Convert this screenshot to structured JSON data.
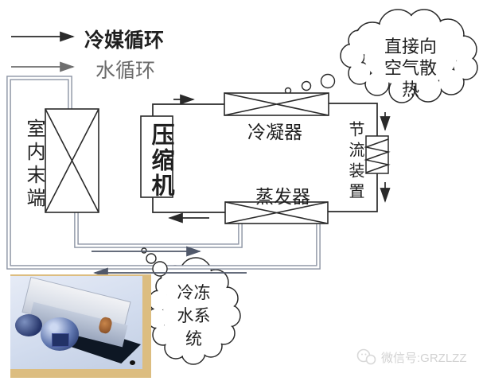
{
  "legend": {
    "refrigerant_label": "冷媒循环",
    "water_label": "水循环"
  },
  "components": {
    "indoor_terminal": "室内末端",
    "compressor": "压缩机",
    "condenser": "冷凝器",
    "evaporator": "蒸发器",
    "throttle_device": "节流装置"
  },
  "clouds": {
    "air_heat": {
      "line1": "直接向",
      "line2": "空气散",
      "line3": "热"
    },
    "chilled_water": {
      "line1": "冷冻",
      "line2": "水系",
      "line3": "统"
    }
  },
  "watermark": {
    "label": "微信号:GRZLZZ"
  },
  "colors": {
    "diagram_line": "#2a2a2a",
    "water_pipe": "#8a92a2",
    "water_arrow": "#5c6470",
    "water_text": "#6b6b6b",
    "photo_shadow": "#dcbd80",
    "watermark_text": "#d2d2d2"
  }
}
